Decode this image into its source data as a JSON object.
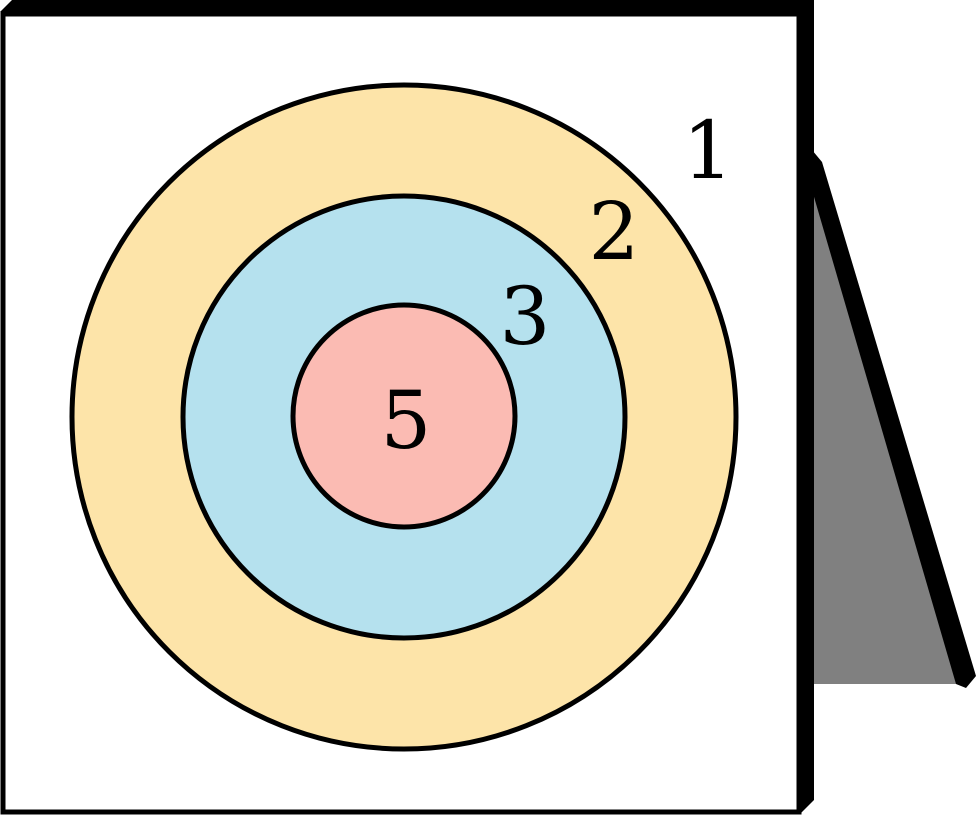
{
  "target": {
    "colors": {
      "board": "#ffffff",
      "board_edge": "#000000",
      "stand": "#808080",
      "outer_ring": "#fde4a9",
      "middle_ring": "#b5e1ee",
      "inner_ring": "#fbbbb3",
      "outline": "#000000"
    },
    "rings": [
      {
        "label": "1",
        "zone": "board"
      },
      {
        "label": "2",
        "zone": "outer_ring"
      },
      {
        "label": "3",
        "zone": "middle_ring"
      },
      {
        "label": "5",
        "zone": "inner_ring"
      }
    ]
  }
}
